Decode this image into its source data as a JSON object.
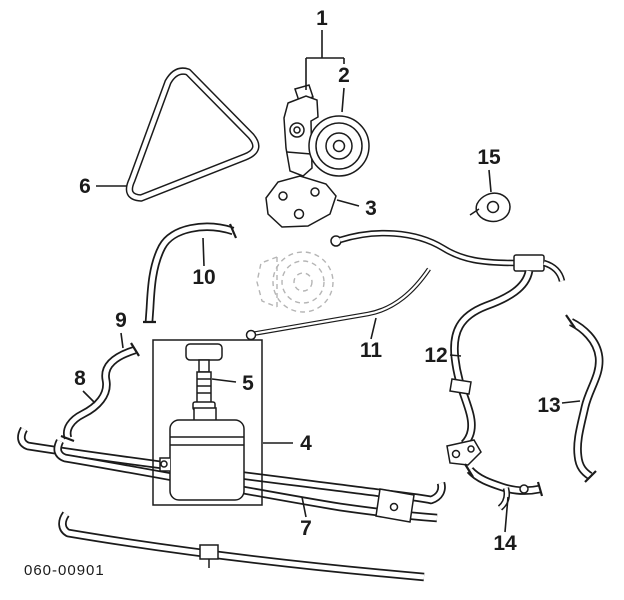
{
  "part_code": "060-00901",
  "callouts": [
    {
      "num": "1"
    },
    {
      "num": "2"
    },
    {
      "num": "3"
    },
    {
      "num": "4"
    },
    {
      "num": "5"
    },
    {
      "num": "6"
    },
    {
      "num": "7"
    },
    {
      "num": "8"
    },
    {
      "num": "9"
    },
    {
      "num": "10"
    },
    {
      "num": "11"
    },
    {
      "num": "12"
    },
    {
      "num": "13"
    },
    {
      "num": "14"
    },
    {
      "num": "15"
    }
  ],
  "colors": {
    "line": "#1b1b1b",
    "phantom": "#b5b5b5",
    "background": "#ffffff"
  }
}
